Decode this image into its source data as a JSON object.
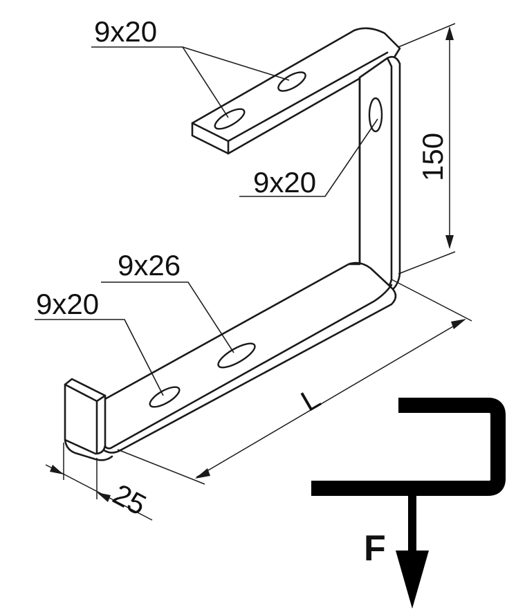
{
  "labels": {
    "slot_top_left": "9x20",
    "slot_vertical": "9x20",
    "slot_middle": "9x26",
    "slot_bottom": "9x20",
    "dim_height": "150",
    "dim_length": "L",
    "dim_width": "25",
    "force": "F"
  },
  "colors": {
    "line": "#1a1a1a",
    "background": "#ffffff"
  }
}
